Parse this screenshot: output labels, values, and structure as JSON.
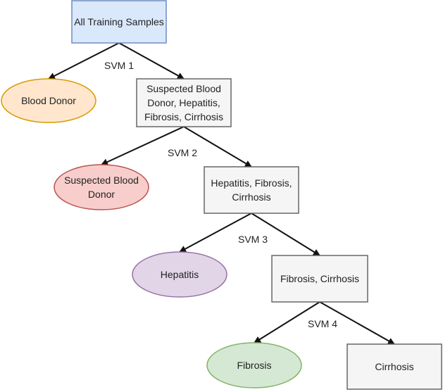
{
  "nodes": {
    "root": {
      "lines": [
        "All Training Samples"
      ],
      "shape": "rect",
      "fill": "#dae8fc",
      "stroke": "#6c8ebf"
    },
    "blood_donor": {
      "lines": [
        "Blood Donor"
      ],
      "shape": "ellipse",
      "fill": "#ffe6cc",
      "stroke": "#d79b00"
    },
    "level1_rest": {
      "lines": [
        "Suspected Blood",
        "Donor, Hepatitis,",
        "Fibrosis, Cirrhosis"
      ],
      "shape": "rect",
      "fill": "#f5f5f5",
      "stroke": "#666666"
    },
    "suspected_blood_donor": {
      "lines": [
        "Suspected Blood",
        "Donor"
      ],
      "shape": "ellipse",
      "fill": "#f8cecc",
      "stroke": "#b85450"
    },
    "level2_rest": {
      "lines": [
        "Hepatitis, Fibrosis,",
        "Cirrhosis"
      ],
      "shape": "rect",
      "fill": "#f5f5f5",
      "stroke": "#666666"
    },
    "hepatitis": {
      "lines": [
        "Hepatitis"
      ],
      "shape": "ellipse",
      "fill": "#e1d5e7",
      "stroke": "#9673a6"
    },
    "level3_rest": {
      "lines": [
        "Fibrosis, Cirrhosis"
      ],
      "shape": "rect",
      "fill": "#f5f5f5",
      "stroke": "#666666"
    },
    "fibrosis": {
      "lines": [
        "Fibrosis"
      ],
      "shape": "ellipse",
      "fill": "#d5e8d4",
      "stroke": "#82b366"
    },
    "cirrhosis": {
      "lines": [
        "Cirrhosis"
      ],
      "shape": "rect",
      "fill": "#f5f5f5",
      "stroke": "#666666"
    }
  },
  "classifiers": [
    {
      "label": "SVM 1",
      "from": "root",
      "to": [
        "blood_donor",
        "level1_rest"
      ]
    },
    {
      "label": "SVM 2",
      "from": "level1_rest",
      "to": [
        "suspected_blood_donor",
        "level2_rest"
      ]
    },
    {
      "label": "SVM 3",
      "from": "level2_rest",
      "to": [
        "hepatitis",
        "level3_rest"
      ]
    },
    {
      "label": "SVM 4",
      "from": "level3_rest",
      "to": [
        "fibrosis",
        "cirrhosis"
      ]
    }
  ],
  "colors": {
    "edge": "#111111",
    "text": "#222222"
  }
}
